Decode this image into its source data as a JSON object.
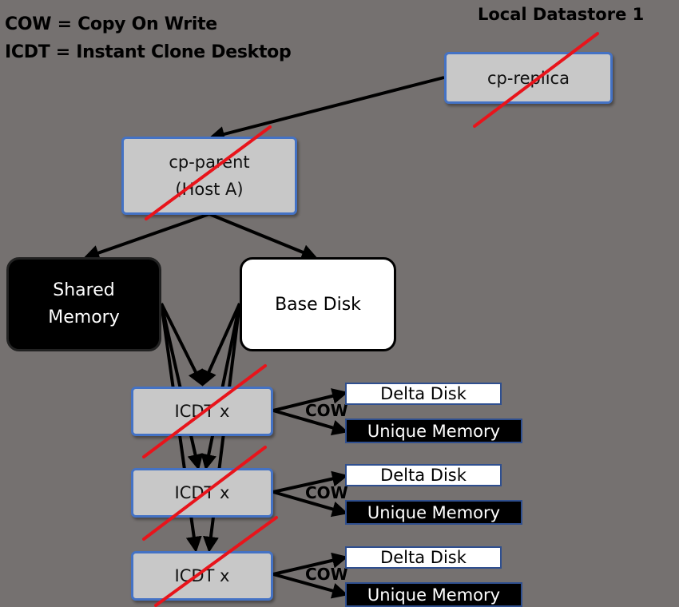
{
  "legend": {
    "line1": "COW = Copy On Write",
    "line2": "ICDT = Instant Clone Desktop"
  },
  "datastore_title": "Local Datastore 1",
  "nodes": {
    "replica": "cp-replica",
    "parent_line1": "cp-parent",
    "parent_line2": "(Host A)",
    "shared_memory_line1": "Shared",
    "shared_memory_line2": "Memory",
    "base_disk": "Base Disk"
  },
  "clones": [
    {
      "label": "ICDT x",
      "cow": "COW",
      "delta": "Delta Disk",
      "unique": "Unique Memory"
    },
    {
      "label": "ICDT x",
      "cow": "COW",
      "delta": "Delta Disk",
      "unique": "Unique Memory"
    },
    {
      "label": "ICDT x",
      "cow": "COW",
      "delta": "Delta Disk",
      "unique": "Unique Memory"
    }
  ],
  "colors": {
    "background": "#757170",
    "node_fill": "#c8c8c8",
    "node_border": "#4472c4",
    "strike": "#e8141b"
  }
}
